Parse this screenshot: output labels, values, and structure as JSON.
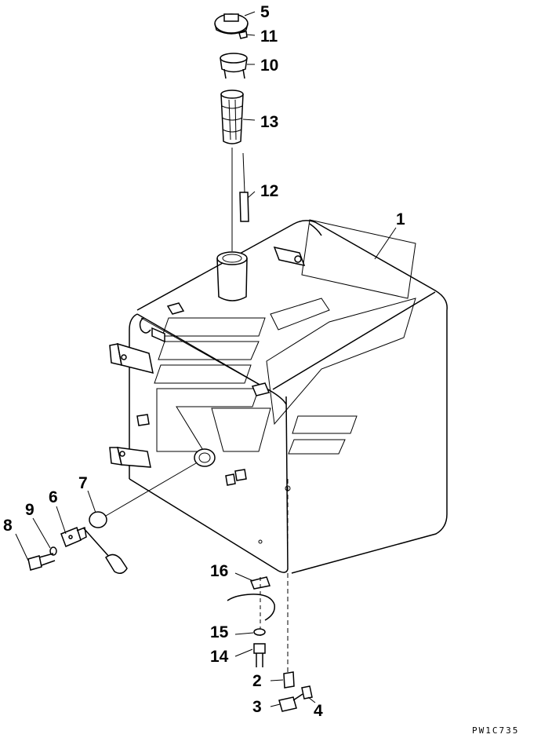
{
  "drawing_code": "PW1C735",
  "callouts": {
    "c1": "1",
    "c2": "2",
    "c3": "3",
    "c4": "4",
    "c5": "5",
    "c6": "6",
    "c7": "7",
    "c8": "8",
    "c9": "9",
    "c10": "10",
    "c11": "11",
    "c12": "12",
    "c13": "13",
    "c14": "14",
    "c15": "15",
    "c16": "16"
  }
}
